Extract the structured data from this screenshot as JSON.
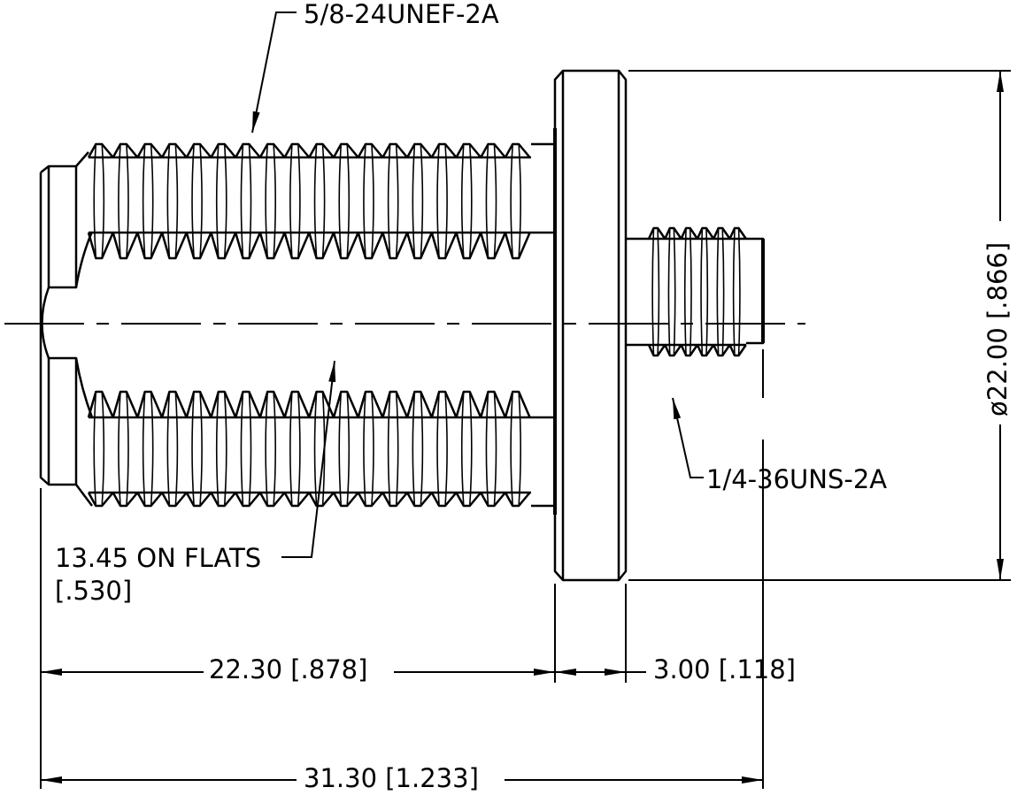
{
  "title": "Connector outline drawing",
  "callouts": {
    "main_thread": "5/8-24UNEF-2A",
    "small_thread": "1/4-36UNS-2A",
    "flats": "13.45 ON FLATS",
    "flats_inch": "[.530]"
  },
  "dimensions": {
    "diameter": "ø22.00  [.866]",
    "body_length": "22.30  [.878]",
    "flange_thickness": "3.00  [.118]",
    "overall_length": "31.30  [1.233]"
  }
}
